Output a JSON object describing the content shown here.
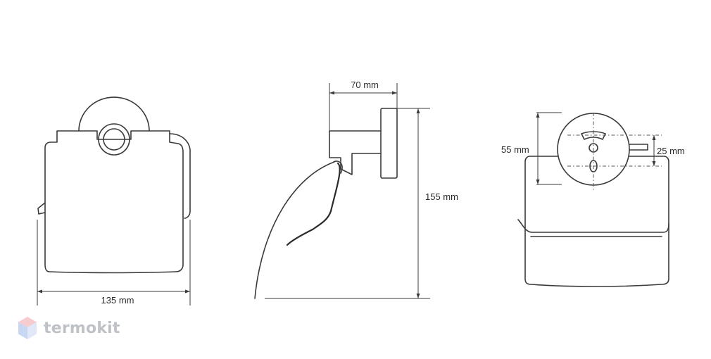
{
  "dimensions": {
    "front_width": "135 mm",
    "side_depth": "70 mm",
    "side_height": "155 mm",
    "back_diameter": "55 mm",
    "back_hole_spacing": "25 mm"
  },
  "brand": {
    "name": "termokit",
    "logo_icon": "hexagon-cube-icon",
    "colors": {
      "top": "#f2a3a8",
      "left": "#9ab8e8",
      "right": "#c8d4f0"
    }
  },
  "colors": {
    "line": "#3a3a3a"
  }
}
